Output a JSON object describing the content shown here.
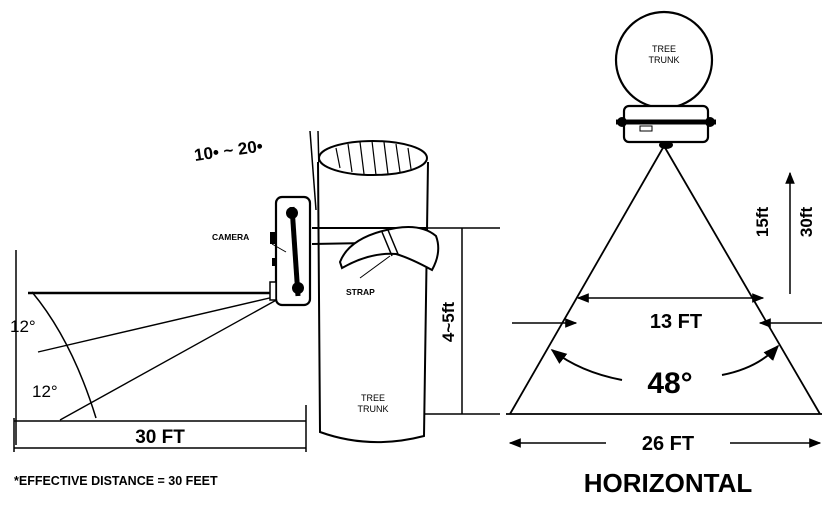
{
  "side_view": {
    "tilt_angle": "10• ~ 20•",
    "camera_label": "CAMERA",
    "strap_label": "STRAP",
    "trunk_label_line1": "TREE",
    "trunk_label_line2": "TRUNK",
    "mount_height": "4~5ft",
    "upper_angle": "12°",
    "lower_angle": "12°",
    "distance": "30 FT"
  },
  "top_view": {
    "trunk_label_line1": "TREE",
    "trunk_label_line2": "TRUNK",
    "near_distance": "15ft",
    "far_distance": "30ft",
    "near_width": "13 FT",
    "fov_angle": "48°",
    "far_width": "26 FT",
    "title": "HORIZONTAL"
  },
  "footnote": "*EFFECTIVE DISTANCE = 30 FEET"
}
